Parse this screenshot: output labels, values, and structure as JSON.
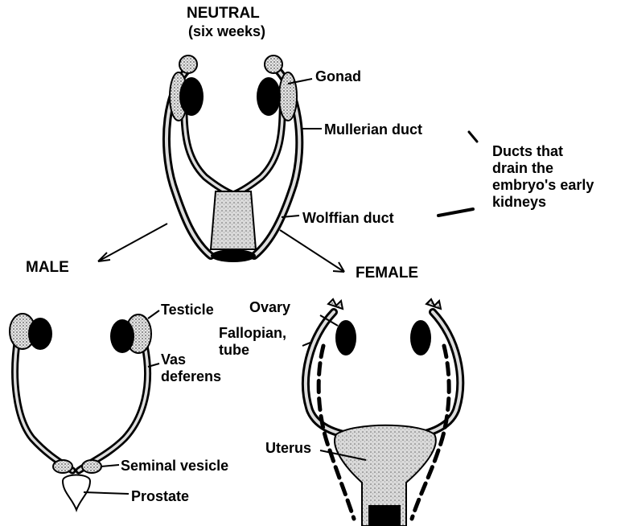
{
  "title_line1": "NEUTRAL",
  "title_line2": "(six weeks)",
  "labels": {
    "gonad": "Gonad",
    "mullerian_duct": "Mullerian duct",
    "wolffian_duct": "Wolffian duct",
    "ducts_note": "Ducts that\ndrain the\nembryo's early\nkidneys",
    "male": "MALE",
    "female": "FEMALE",
    "testicle": "Testicle",
    "vas_deferens": "Vas\ndeferens",
    "seminal_vesicle": "Seminal vesicle",
    "prostate": "Prostate",
    "ovary": "Ovary",
    "fallopian_tube": "Fallopian,\ntube",
    "uterus": "Uterus"
  }
}
